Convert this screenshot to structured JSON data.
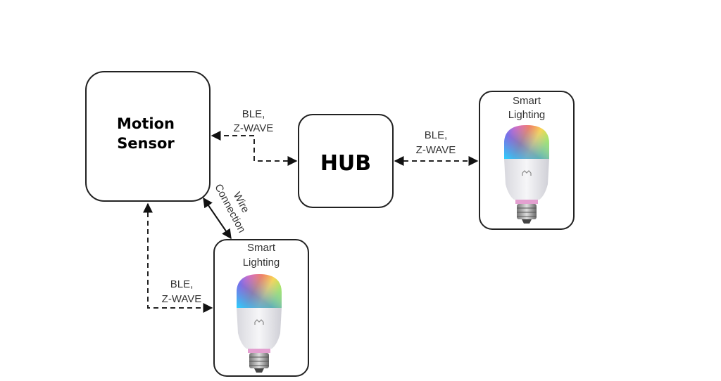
{
  "nodes": {
    "motion_sensor": {
      "line1": "Motion",
      "line2": "Sensor"
    },
    "hub": {
      "label": "HUB"
    },
    "light_right": {
      "line1": "Smart",
      "line2": "Lighting"
    },
    "light_bottom": {
      "line1": "Smart",
      "line2": "Lighting"
    }
  },
  "edges": {
    "sensor_hub": {
      "line1": "BLE,",
      "line2": "Z-WAVE",
      "style": "dashed"
    },
    "hub_light": {
      "line1": "BLE,",
      "line2": "Z-WAVE",
      "style": "dashed"
    },
    "sensor_light_ble": {
      "line1": "BLE,",
      "line2": "Z-WAVE",
      "style": "dashed"
    },
    "sensor_light_wire": {
      "line1": "Wire",
      "line2": "Connection",
      "style": "solid"
    }
  }
}
